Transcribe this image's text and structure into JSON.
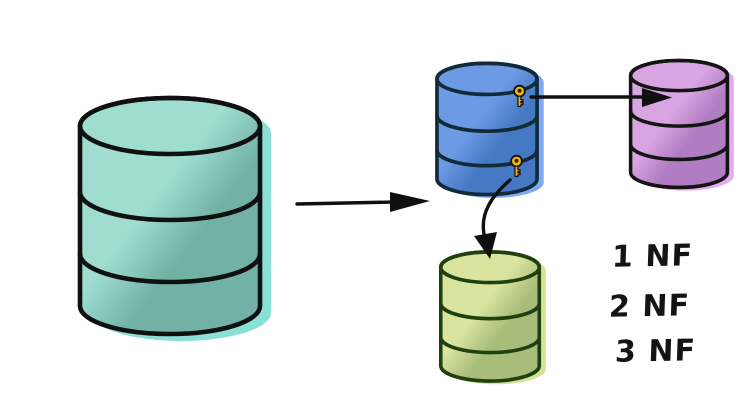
{
  "background": "#ffffff",
  "labels": {
    "normal_forms": [
      "1 NF",
      "2 NF",
      "3 NF"
    ],
    "color": "#141414"
  },
  "arrows": {
    "color": "#101010"
  },
  "key_icon": {
    "fill": "#f2b60d",
    "hole": "#2f2500",
    "outline": "#131313"
  },
  "databases": {
    "source": {
      "colors": {
        "top": "#c9efe7",
        "body_light": "#9eddd0",
        "body_dark": "#72b1a6",
        "shadow": "#8adfd6",
        "outline": "#101010"
      }
    },
    "normalized_primary": {
      "colors": {
        "top": "#84aaec",
        "body_light": "#6d9ae4",
        "body_dark": "#4679c4",
        "shadow": "#7fa9f2",
        "outline": "#112c38"
      }
    },
    "normalized_reference": {
      "colors": {
        "top": "#e6b2eb",
        "body_light": "#d9a4e2",
        "body_dark": "#b07dc2",
        "shadow": "#e3abf0",
        "outline": "#141414"
      }
    },
    "normalized_detail": {
      "colors": {
        "top": "#e5eebc",
        "body_light": "#d9e49f",
        "body_dark": "#a9bd7a",
        "shadow": "#d4e295",
        "outline": "#20400e"
      }
    }
  }
}
